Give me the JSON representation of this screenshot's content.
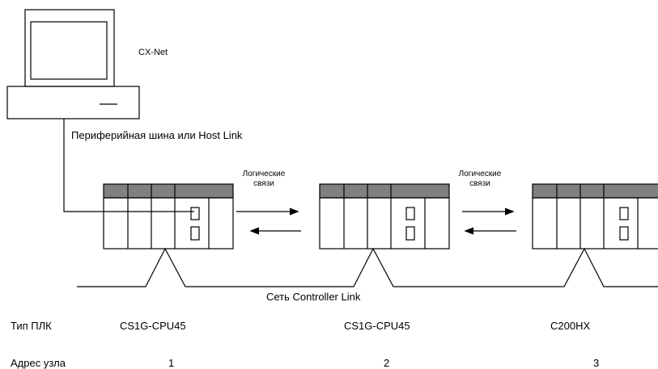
{
  "computer": {
    "label": "CX-Net"
  },
  "bus_label": "Периферийная шина или Host Link",
  "logical_links": [
    {
      "line1": "Логические",
      "line2": "связи"
    },
    {
      "line1": "Логические",
      "line2": "связи"
    }
  ],
  "network_label": "Сеть Controller Link",
  "table": {
    "plc_type_label": "Тип ПЛК",
    "node_address_label": "Адрес узла",
    "plcs": [
      {
        "type": "CS1G-CPU45",
        "address": "1"
      },
      {
        "type": "CS1G-CPU45",
        "address": "2"
      },
      {
        "type": "C200HX",
        "address": "3"
      }
    ]
  },
  "colors": {
    "line": "#000000",
    "rack_header": "#808080",
    "background": "#ffffff"
  }
}
